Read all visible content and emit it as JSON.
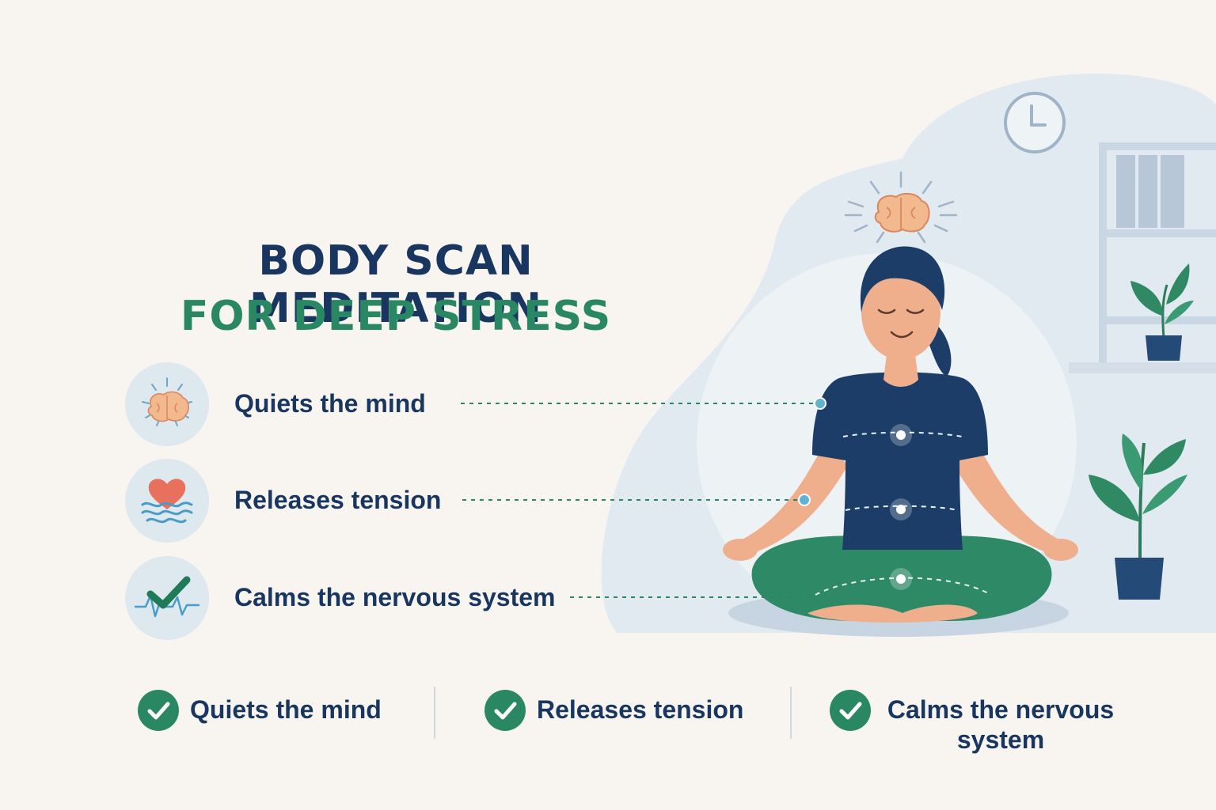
{
  "title": {
    "line1": "BODY SCAN MEDITATION",
    "line2": "FOR DEEP STRESS"
  },
  "benefits": [
    {
      "label": "Quiets the mind",
      "icon": "brain-icon"
    },
    {
      "label": "Releases tension",
      "icon": "heart-waves-icon"
    },
    {
      "label": "Calms the nervous system",
      "icon": "check-wave-icon"
    }
  ],
  "footer": [
    {
      "label": "Quiets the mind"
    },
    {
      "label": "Releases tension"
    },
    {
      "label": "Calms the nervous system"
    }
  ],
  "colors": {
    "navy": "#18365f",
    "green": "#2a8763",
    "background": "#f8f5f1",
    "accent_blue": "#dde8ef"
  }
}
